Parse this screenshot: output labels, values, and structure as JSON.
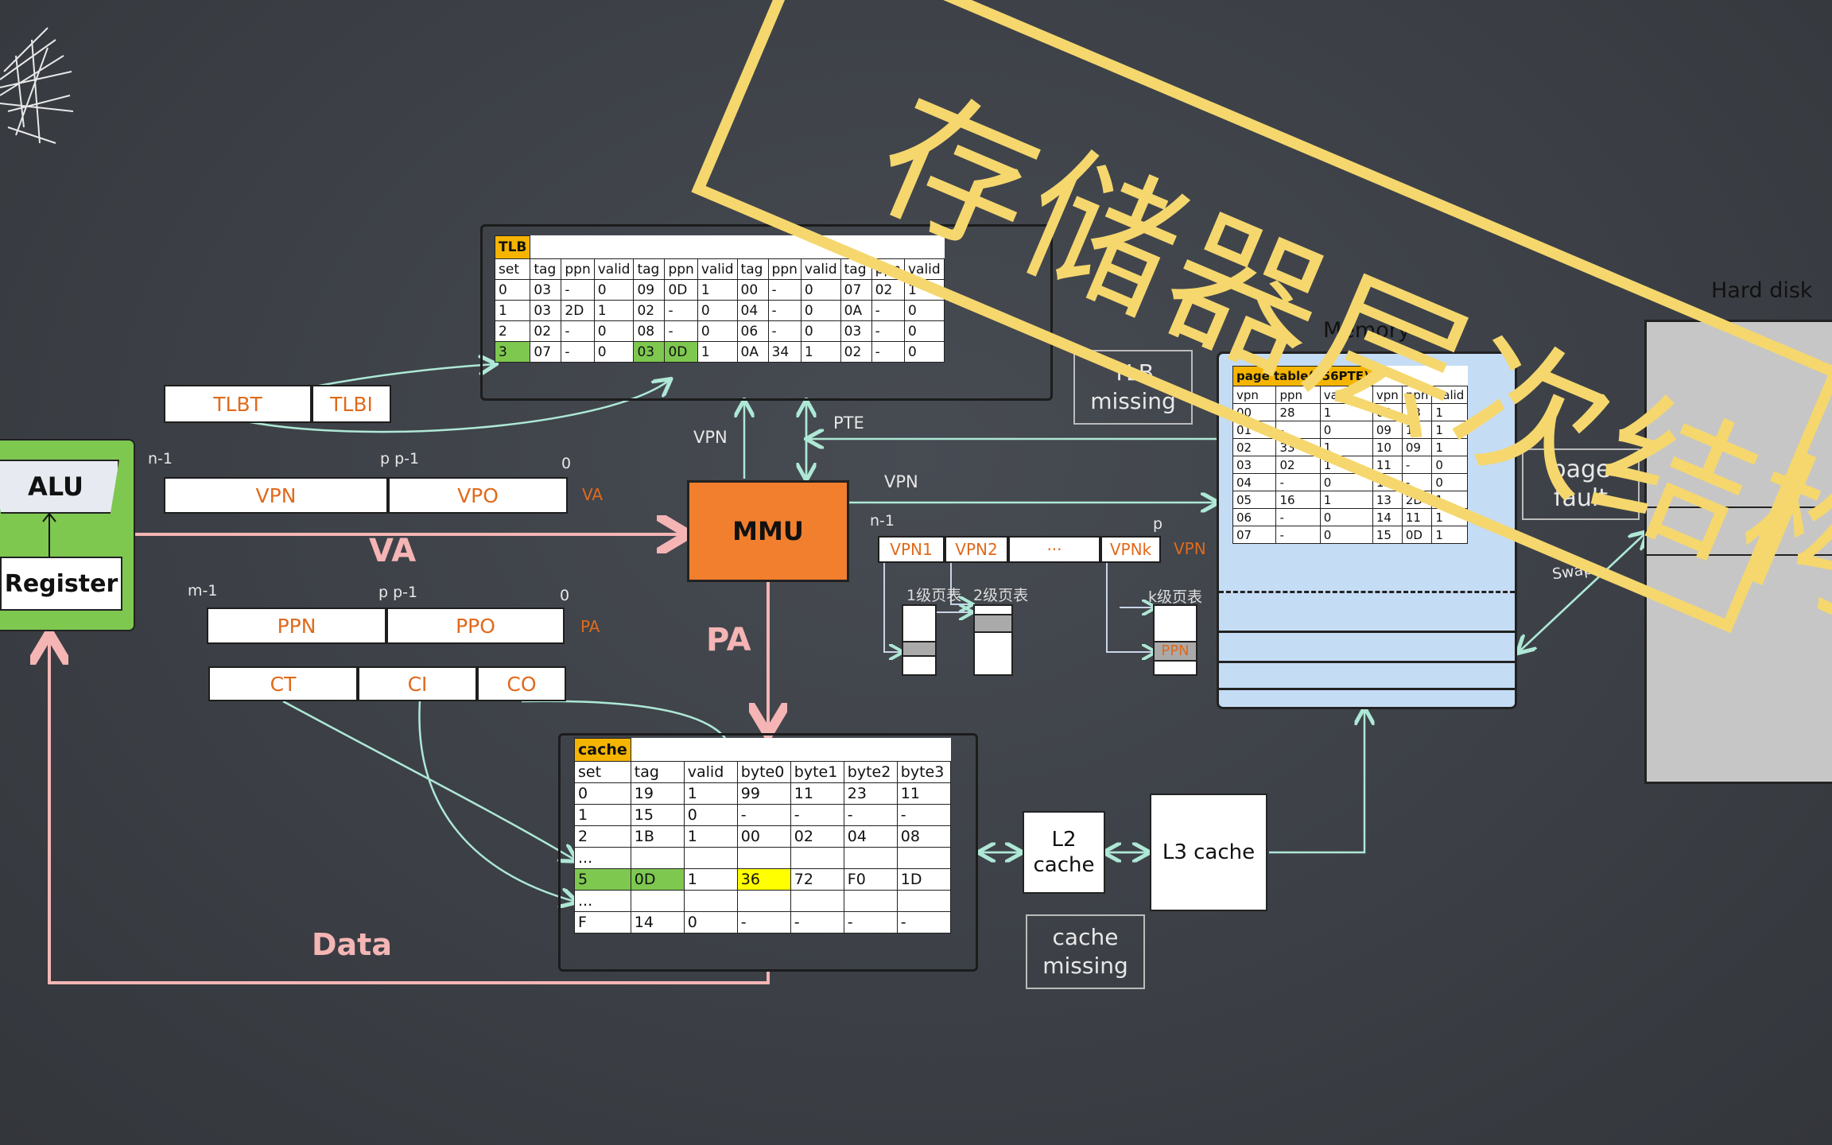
{
  "stamp": {
    "text": "存储器层次结构",
    "color": "#f5d76e"
  },
  "cpu": {
    "alu": "ALU",
    "register": "Register",
    "color": "#7ec850"
  },
  "tlb": {
    "title": "TLB",
    "header": [
      "set",
      "tag",
      "ppn",
      "valid",
      "tag",
      "ppn",
      "valid",
      "tag",
      "ppn",
      "valid",
      "tag",
      "ppn",
      "valid"
    ],
    "rows": [
      [
        "0",
        "03",
        "-",
        "0",
        "09",
        "0D",
        "1",
        "00",
        "-",
        "0",
        "07",
        "02",
        "1"
      ],
      [
        "1",
        "03",
        "2D",
        "1",
        "02",
        "-",
        "0",
        "04",
        "-",
        "0",
        "0A",
        "-",
        "0"
      ],
      [
        "2",
        "02",
        "-",
        "0",
        "08",
        "-",
        "0",
        "06",
        "-",
        "0",
        "03",
        "-",
        "0"
      ],
      [
        "3",
        "07",
        "-",
        "0",
        "03",
        "0D",
        "1",
        "0A",
        "34",
        "1",
        "02",
        "-",
        "0"
      ]
    ]
  },
  "va": {
    "fields": [
      "TLBT",
      "TLBI"
    ],
    "vpn": "VPN",
    "vpo": "VPO",
    "tag": "VA",
    "bit_hi": "n-1",
    "bit_p": "p p-1",
    "bit_0": "0",
    "arrow_label": "VA"
  },
  "pa": {
    "ppn": "PPN",
    "ppo": "PPO",
    "tag": "PA",
    "bit_hi": "m-1",
    "bit_p": "p p-1",
    "bit_0": "0",
    "arrow_label": "PA",
    "ct": "CT",
    "ci": "CI",
    "co": "CO"
  },
  "mmu": {
    "label": "MMU",
    "color": "#f27f2e"
  },
  "arrows": {
    "vpn_up": "VPN",
    "pte": "PTE",
    "vpn_right": "VPN",
    "data": "Data",
    "swap": "Swap"
  },
  "multilevel": {
    "bit_hi": "n-1",
    "bit_p": "p",
    "vpn1": "VPN1",
    "vpn2": "VPN2",
    "dots": "···",
    "vpnk": "VPNk",
    "tag": "VPN",
    "level1": "1级页表",
    "level2": "2级页表",
    "levelk": "k级页表",
    "ppn": "PPN"
  },
  "tlb_missing": {
    "line1": "TLB",
    "line2": "missing"
  },
  "cache_missing": {
    "line1": "cache",
    "line2": "missing"
  },
  "page_fault": {
    "line1": "page",
    "line2": "fault"
  },
  "memory": {
    "label": "Memory",
    "color": "#c5dcf5"
  },
  "hard_disk": {
    "label": "Hard disk"
  },
  "page_table": {
    "title": "page table(256PTE)",
    "header": [
      "vpn",
      "ppn",
      "valid",
      "vpn",
      "ppn",
      "valid"
    ],
    "rows": [
      [
        "00",
        "28",
        "1",
        "08",
        "13",
        "1"
      ],
      [
        "01",
        "-",
        "0",
        "09",
        "17",
        "1"
      ],
      [
        "02",
        "33",
        "1",
        "10",
        "09",
        "1"
      ],
      [
        "03",
        "02",
        "1",
        "11",
        "-",
        "0"
      ],
      [
        "04",
        "-",
        "0",
        "12",
        "-",
        "0"
      ],
      [
        "05",
        "16",
        "1",
        "13",
        "2D",
        "1"
      ],
      [
        "06",
        "-",
        "0",
        "14",
        "11",
        "1"
      ],
      [
        "07",
        "-",
        "0",
        "15",
        "0D",
        "1"
      ]
    ]
  },
  "cache": {
    "title": "cache",
    "header": [
      "set",
      "tag",
      "valid",
      "byte0",
      "byte1",
      "byte2",
      "byte3"
    ],
    "rows": [
      [
        "0",
        "19",
        "1",
        "99",
        "11",
        "23",
        "11"
      ],
      [
        "1",
        "15",
        "0",
        "-",
        "-",
        "-",
        "-"
      ],
      [
        "2",
        "1B",
        "1",
        "00",
        "02",
        "04",
        "08"
      ],
      [
        "...",
        "",
        "",
        "",
        "",
        "",
        ""
      ],
      [
        "5",
        "0D",
        "1",
        "36",
        "72",
        "F0",
        "1D"
      ],
      [
        "...",
        "",
        "",
        "",
        "",
        "",
        ""
      ],
      [
        "F",
        "14",
        "0",
        "-",
        "-",
        "-",
        "-"
      ]
    ]
  },
  "l2": {
    "line1": "L2",
    "line2": "cache"
  },
  "l3": {
    "label": "L3 cache"
  }
}
